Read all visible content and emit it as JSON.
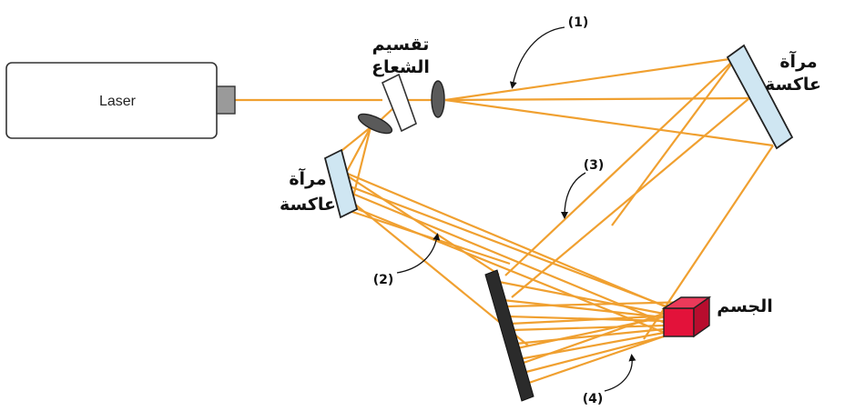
{
  "labels": {
    "laser": "Laser",
    "beam_splitter_line1": "تقسيم",
    "beam_splitter_line2": "الشعاع",
    "mirror_right_line1": "مرآة",
    "mirror_right_line2": "عاكسة",
    "mirror_left_line1": "مرآة",
    "mirror_left_line2": "عاكسة",
    "object": "الجسم",
    "ray_1": "(1)",
    "ray_2": "(2)",
    "ray_3": "(3)",
    "ray_4": "(4)"
  },
  "colors": {
    "beam": "#f0a030",
    "mirror_fill": "#cfe6f2",
    "lens_fill": "#5a5a5a",
    "object_fill": "#e3123a",
    "plate_fill": "#2b2b2b",
    "outline": "#222222"
  }
}
